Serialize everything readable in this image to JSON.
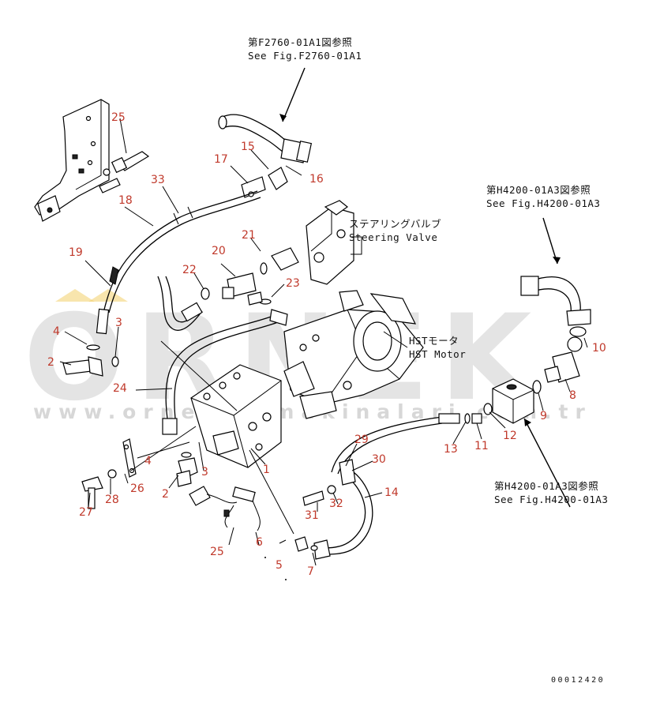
{
  "watermark": {
    "brand": "ORNEK",
    "url": "www.orneksismakinalari.com.tr"
  },
  "references": [
    {
      "id": "ref-f2760",
      "jp": "第F2760-01A1図参照",
      "en": "See Fig.F2760-01A1"
    },
    {
      "id": "ref-h4200-top",
      "jp": "第H4200-01A3図参照",
      "en": "See Fig.H4200-01A3"
    },
    {
      "id": "ref-h4200-bottom",
      "jp": "第H4200-01A3図参照",
      "en": "See Fig.H4200-01A3"
    }
  ],
  "components": {
    "steering_valve": {
      "jp": "ステアリングバルブ",
      "en": "Steering Valve"
    },
    "hst_motor": {
      "jp": "HSTモータ",
      "en": "HST Motor"
    }
  },
  "part_numbers": [
    "25",
    "15",
    "17",
    "16",
    "33",
    "18",
    "21",
    "20",
    "22",
    "23",
    "19",
    "4",
    "3",
    "2",
    "24",
    "10",
    "8",
    "9",
    "12",
    "13",
    "11",
    "29",
    "30",
    "14",
    "4",
    "3",
    "2",
    "26",
    "28",
    "27",
    "1",
    "31",
    "32",
    "25",
    "6",
    "5",
    "7"
  ],
  "document_code": "00012420"
}
